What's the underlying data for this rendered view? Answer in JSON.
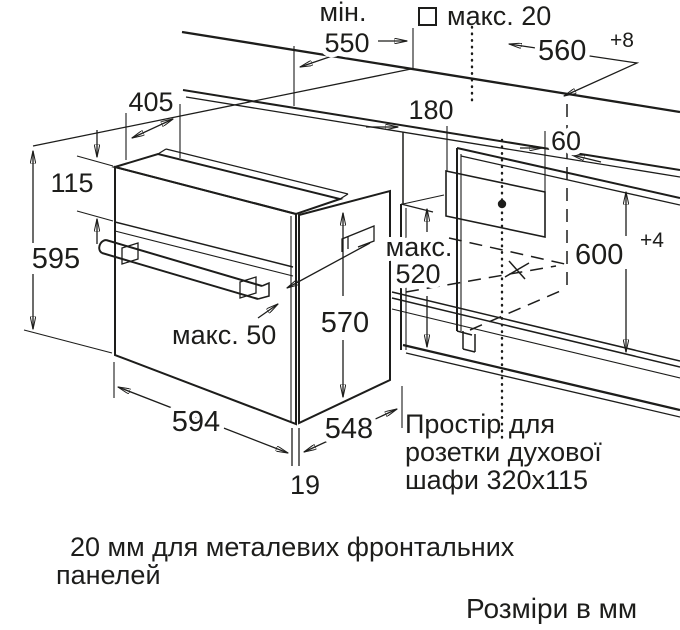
{
  "colors": {
    "line": "#1d1d1b",
    "background": "#ffffff"
  },
  "dimensions": {
    "worktop_depth_min": {
      "prefix": "мін.",
      "value": "550"
    },
    "wall_gap_max": {
      "label": "макс. 20"
    },
    "niche_width": {
      "value": "560",
      "tolerance": "+8"
    },
    "oven_top_depth": {
      "value": "405"
    },
    "control_panel_height": {
      "value": "115"
    },
    "oven_height": {
      "value": "595"
    },
    "socket_offset_horизontal": {
      "value": "180"
    },
    "socket_offset_top": {
      "value": "60"
    },
    "niche_height": {
      "value": "600",
      "tolerance": "+4"
    },
    "niche_depth_max": {
      "prefix": "макс.",
      "value": "520"
    },
    "door_protrusion_max": {
      "label": "макс. 50"
    },
    "oven_body_height": {
      "value": "570"
    },
    "oven_width": {
      "value": "594"
    },
    "oven_body_depth": {
      "value": "548"
    },
    "door_gap": {
      "value": "19"
    }
  },
  "notes": {
    "socket": {
      "line1": "Простір для",
      "line2": "розетки духової",
      "line3": "шафи 320x115"
    },
    "front_panels": {
      "line1": "20 мм для металевих фронтальних",
      "line2": "панелей"
    },
    "units": "Розміри в мм"
  }
}
